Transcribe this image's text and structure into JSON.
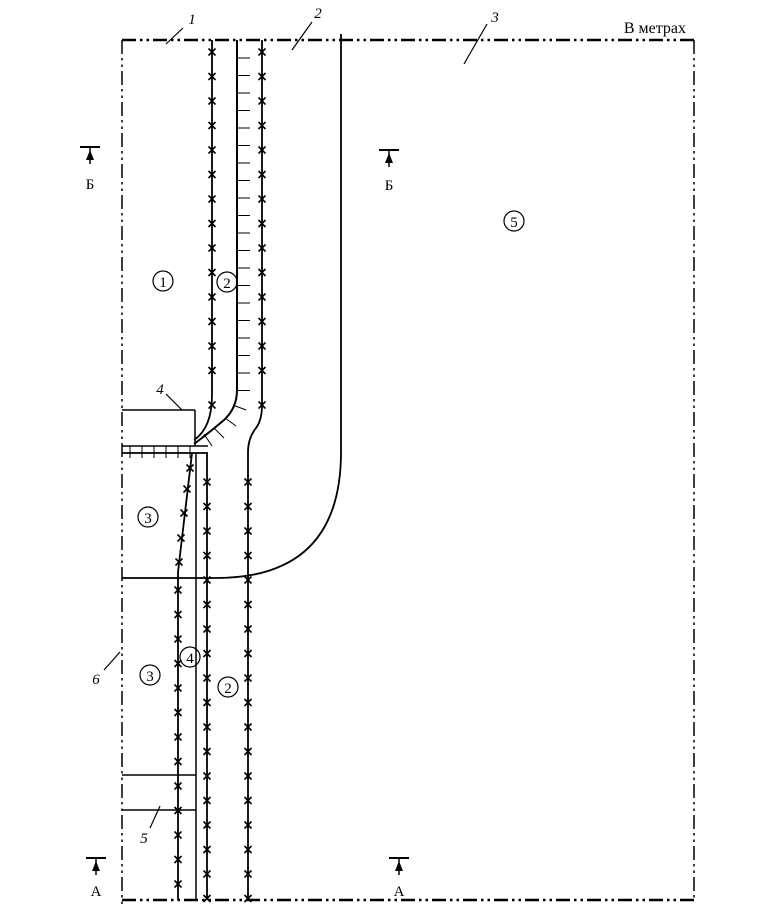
{
  "units_label": "В метрах",
  "callouts": [
    "1",
    "2",
    "3",
    "4",
    "5",
    "6"
  ],
  "zones": {
    "z1": "1",
    "z2_top": "2",
    "z3_upper": "3",
    "z3_lower": "3",
    "z4": "4",
    "z2_bottom": "2",
    "z5": "5"
  },
  "sections": {
    "b_left": "Б",
    "b_right": "Б",
    "a_left": "А",
    "a_right": "А"
  }
}
